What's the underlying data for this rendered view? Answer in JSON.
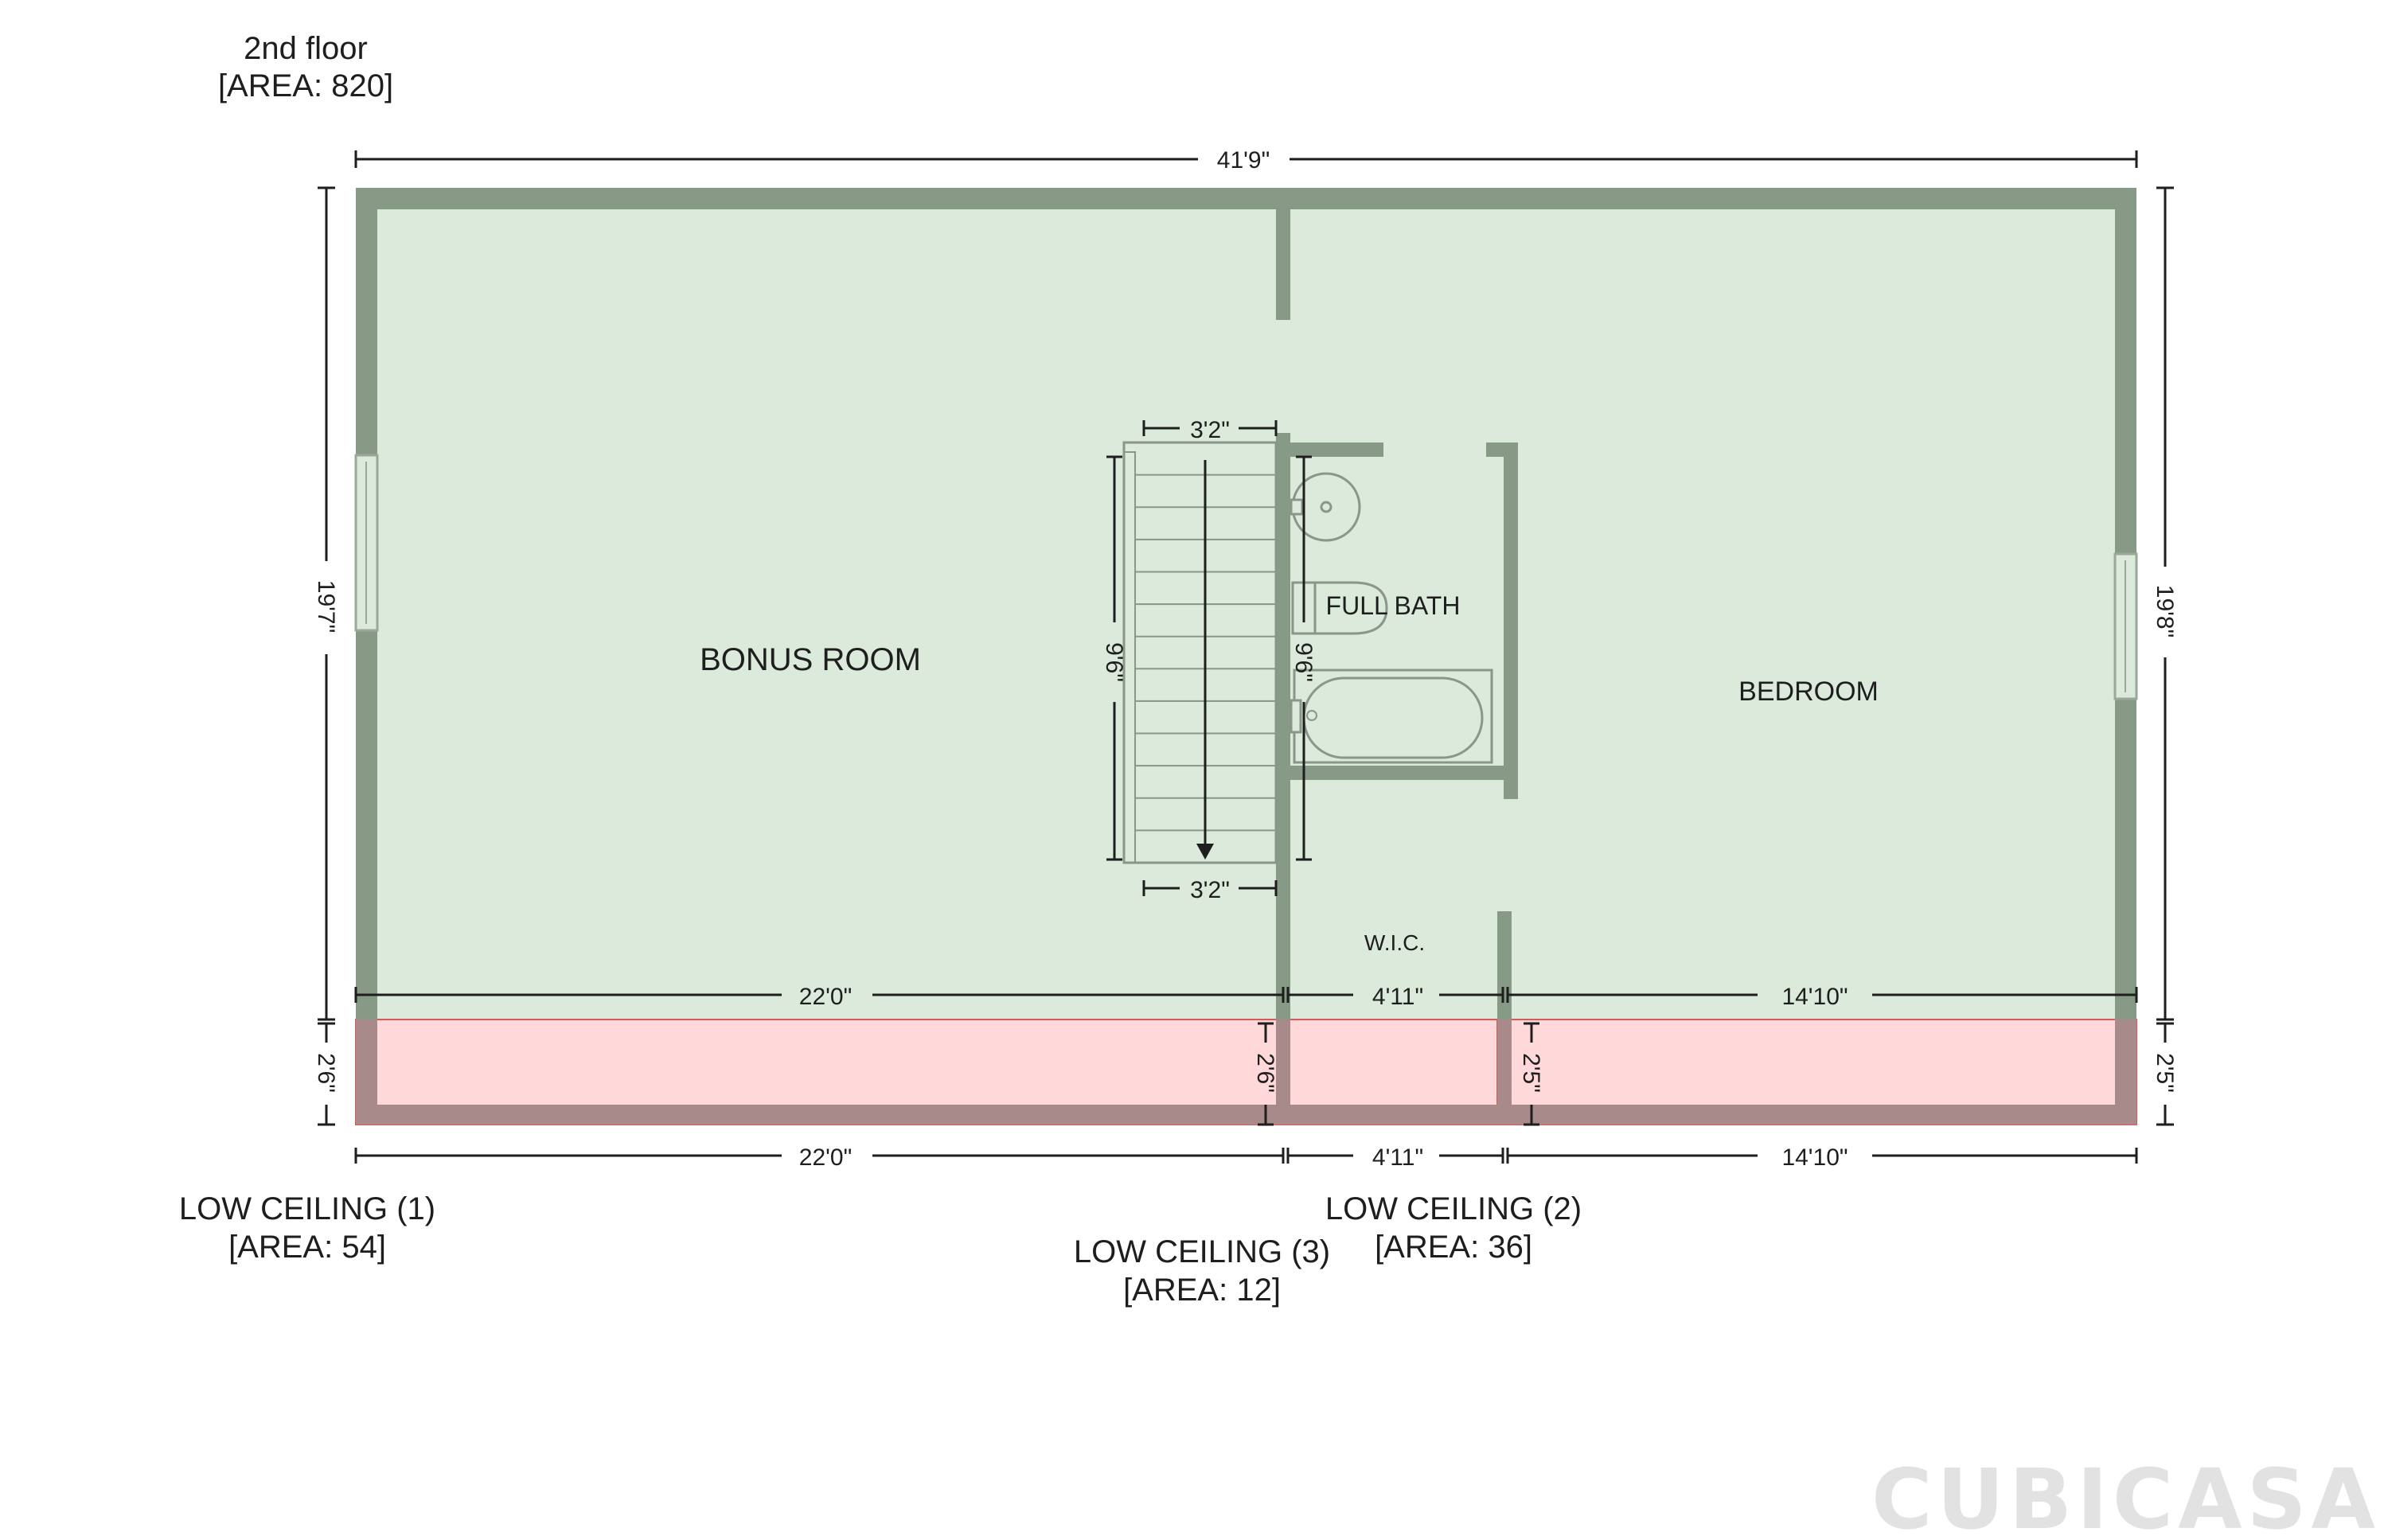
{
  "floor": {
    "name": "2nd floor",
    "area": "[AREA: 820]"
  },
  "rooms": {
    "bonus_room": "BONUS ROOM",
    "full_bath": "FULL BATH",
    "bedroom": "BEDROOM",
    "wic": "W.I.C."
  },
  "low_ceilings": [
    {
      "name": "LOW CEILING (1)",
      "area": "[AREA: 54]"
    },
    {
      "name": "LOW CEILING (2)",
      "area": "[AREA: 36]"
    },
    {
      "name": "LOW CEILING (3)",
      "area": "[AREA: 12]"
    }
  ],
  "dimensions": {
    "top_width": "41'9\"",
    "left_height": "19'7\"",
    "right_height": "19'8\"",
    "left_low": "2'6\"",
    "right_low": "2'5\"",
    "stair_top_width": "3'2\"",
    "stair_bottom_width": "3'2\"",
    "stair_length": "9'6\"",
    "bath_length": "9'6\"",
    "mid_bonus": "22'0\"",
    "mid_wic": "4'11\"",
    "mid_bedroom": "14'10\"",
    "low3_height": "2'6\"",
    "low2_height": "2'5\"",
    "bottom_bonus": "22'0\"",
    "bottom_wic": "4'11\"",
    "bottom_bedroom": "14'10\""
  },
  "colors": {
    "room_fill": "#dbeadb",
    "wall": "#869a86",
    "low_ceiling_fill": "#ffd9d9",
    "low_ceiling_outline": "#d65a5a",
    "low_ceiling_wall": "#a88a8a"
  },
  "brand": {
    "logo": "CUBICASA"
  }
}
